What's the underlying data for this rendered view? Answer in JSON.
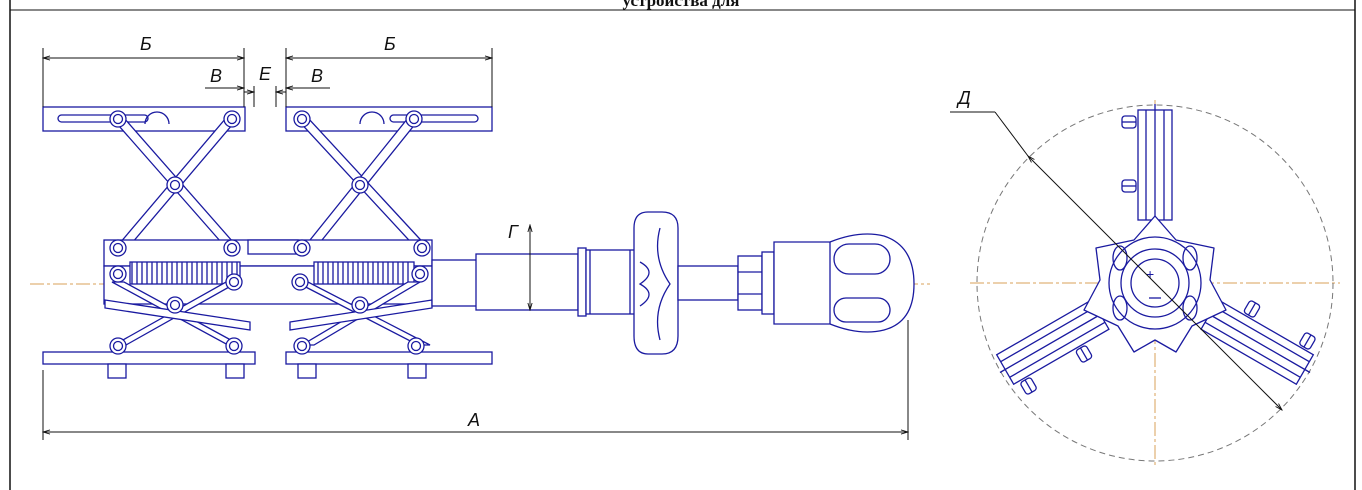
{
  "heading": "устройства  для",
  "dimension_labels": {
    "A": "А",
    "B": "Б",
    "V": "В",
    "G": "Г",
    "D": "Д",
    "E": "Е"
  },
  "colors": {
    "part_outline": "#1a1aa0",
    "dimension_line": "#111111",
    "axis_line": "#d9a25a",
    "background": "#ffffff"
  }
}
